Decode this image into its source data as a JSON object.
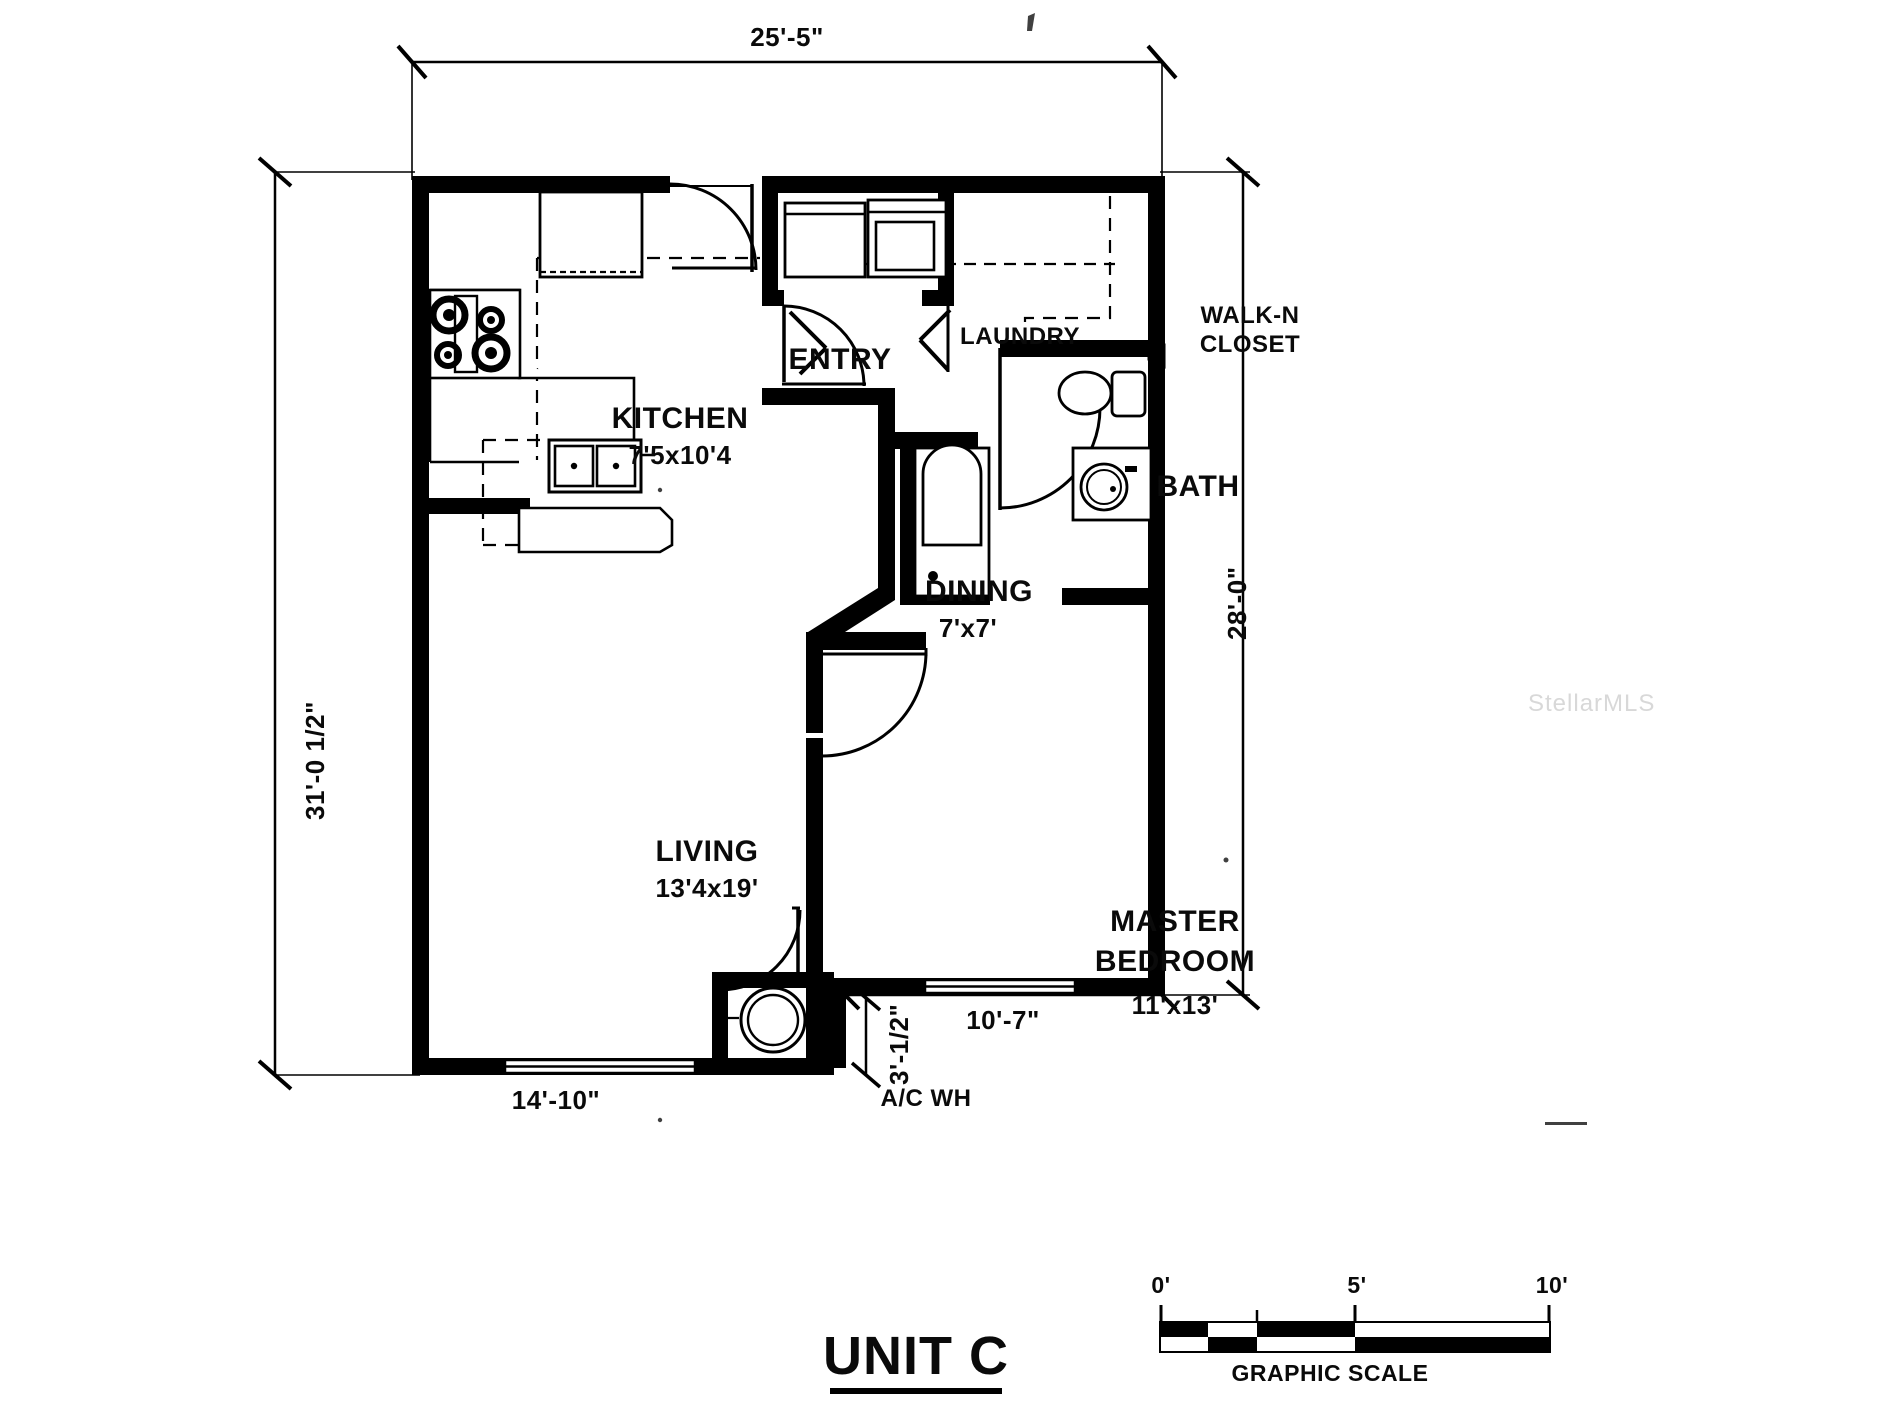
{
  "document": {
    "type": "architectural-floor-plan",
    "title": "UNIT C",
    "watermark": "StellarMLS",
    "background_color": "#ffffff",
    "line_color": "#000000"
  },
  "rooms": [
    {
      "id": "kitchen",
      "name": "KITCHEN",
      "dimensions": "7'5x10'4"
    },
    {
      "id": "entry",
      "name": "ENTRY",
      "dimensions": ""
    },
    {
      "id": "laundry",
      "name": "LAUNDRY",
      "dimensions": ""
    },
    {
      "id": "walk_in_closet",
      "name_line1": "WALK-N",
      "name_line2": "CLOSET",
      "dimensions": ""
    },
    {
      "id": "bath",
      "name": "BATH",
      "dimensions": ""
    },
    {
      "id": "dining",
      "name": "DINING",
      "dimensions": "7'x7'"
    },
    {
      "id": "living",
      "name": "LIVING",
      "dimensions": "13'4x19'"
    },
    {
      "id": "master_bedroom",
      "name_line1": "MASTER",
      "name_line2": "BEDROOM",
      "dimensions": "11'x13'"
    },
    {
      "id": "ac_wh",
      "name": "A/C WH",
      "dimensions": ""
    }
  ],
  "dimensions": {
    "top_overall": "25'-5\"",
    "left_overall": "31'-0 1/2\"",
    "right_overall": "28'-0\"",
    "bottom_left": "14'-10\"",
    "bottom_right": "10'-7\"",
    "bottom_jog": "3'-1/2\""
  },
  "graphic_scale": {
    "caption": "GRAPHIC SCALE",
    "ticks": [
      "0'",
      "5'",
      "10'"
    ],
    "tick_values": [
      0,
      5,
      10
    ],
    "units": "feet"
  },
  "fixtures": [
    {
      "id": "range",
      "name": "range-cooktop",
      "room": "kitchen"
    },
    {
      "id": "sink",
      "name": "double-bowl-sink",
      "room": "kitchen"
    },
    {
      "id": "refrigerator",
      "name": "refrigerator",
      "room": "kitchen"
    },
    {
      "id": "washer",
      "name": "washer",
      "room": "laundry"
    },
    {
      "id": "dryer",
      "name": "dryer",
      "room": "laundry"
    },
    {
      "id": "bathtub",
      "name": "bathtub",
      "room": "bath"
    },
    {
      "id": "toilet",
      "name": "toilet",
      "room": "bath"
    },
    {
      "id": "vanity",
      "name": "vanity-sink",
      "room": "bath"
    },
    {
      "id": "water_heater",
      "name": "water-heater",
      "room": "ac_wh"
    }
  ]
}
